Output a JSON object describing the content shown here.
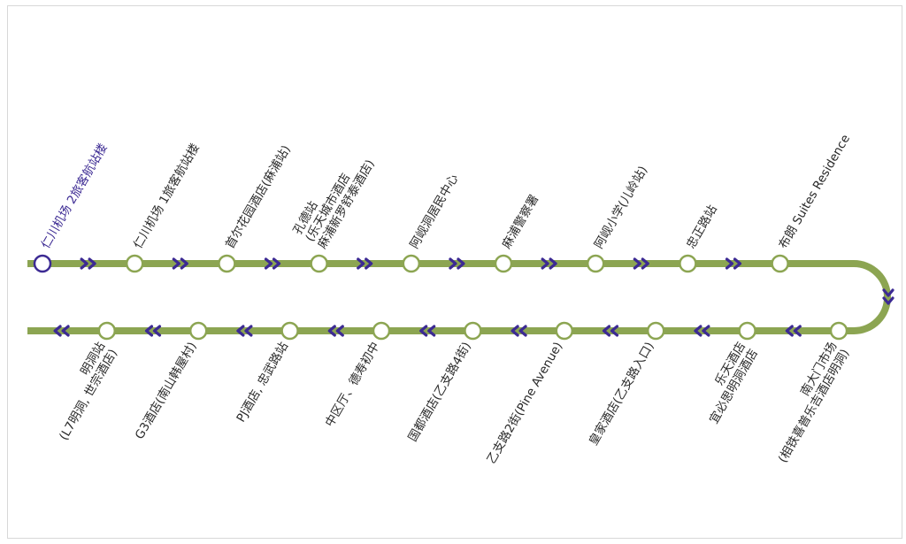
{
  "colors": {
    "line": "#8ca552",
    "station_fill": "#ffffff",
    "station_stroke": "#8ca552",
    "current_station_stroke": "#3c2a93",
    "arrow": "#3c2a93",
    "label_text": "#2a2a2a",
    "current_label_text": "#3c2a93"
  },
  "route": {
    "outbound_direction": "right",
    "inbound_direction": "left",
    "outbound_stations": [
      {
        "lines": [
          "仁川机场 2旅客航站楼"
        ],
        "current": true
      },
      {
        "lines": [
          "仁川机场 1旅客航站楼"
        ]
      },
      {
        "lines": [
          "首尔花园酒店(麻浦站)"
        ]
      },
      {
        "lines": [
          "孔德站",
          "(乐天城市酒店",
          "麻浦新罗舒泰酒店)"
        ]
      },
      {
        "lines": [
          "阿岘洞居民中心"
        ]
      },
      {
        "lines": [
          "麻浦警察署"
        ]
      },
      {
        "lines": [
          "阿岘小学(儿岭站)"
        ]
      },
      {
        "lines": [
          "忠正路站"
        ]
      },
      {
        "lines": [
          "布朗 Suites Residence"
        ]
      }
    ],
    "inbound_stations": [
      {
        "lines": [
          "南大门市场",
          "(相铁喜普乐吉酒店明洞)"
        ]
      },
      {
        "lines": [
          "乐天酒店",
          "宜必思明洞酒店"
        ]
      },
      {
        "lines": [
          "皇家酒店(乙支路入口)"
        ]
      },
      {
        "lines": [
          "乙支路2街(Pine Avenue)"
        ]
      },
      {
        "lines": [
          "国都酒店(乙支路4街)"
        ]
      },
      {
        "lines": [
          "中区厅、德寿初中"
        ]
      },
      {
        "lines": [
          "PJ酒店, 忠武路站"
        ]
      },
      {
        "lines": [
          "G3酒店(南山韩屋村)"
        ]
      },
      {
        "lines": [
          "明洞站",
          "(L7明洞, 世宗酒店)"
        ]
      }
    ]
  }
}
